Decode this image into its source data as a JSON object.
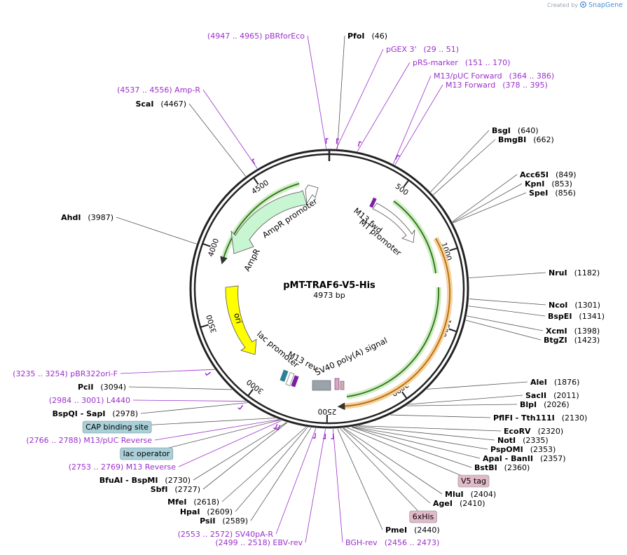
{
  "credit": {
    "created_by": "Created by",
    "brand": "SnapGene"
  },
  "plasmid": {
    "name": "pMT-TRAF6-V5-His",
    "length": "4973 bp"
  },
  "ticks": [
    "500",
    "1000",
    "1500",
    "2000",
    "2500",
    "3000",
    "3500",
    "4000",
    "4500"
  ],
  "features": {
    "ampr": "AmpR",
    "ampr_promoter": "AmpR promoter",
    "ori": "ori",
    "lac_promoter": "lac promoter",
    "m13_rev": "M13 rev",
    "sv40": "SV40 poly(A) signal",
    "m13_fwd": "M13 fwd",
    "mt_promoter": "MT promoter"
  },
  "labels": [
    {
      "name": "(4947 .. 4965)  pBRforEco",
      "kind": "primer"
    },
    {
      "name": "PfoI",
      "pos": "(46)",
      "kind": "enzyme"
    },
    {
      "name": "pGEX 3'",
      "pos": "(29 .. 51)",
      "kind": "primer"
    },
    {
      "name": "pRS-marker",
      "pos": "(151 .. 170)",
      "kind": "primer"
    },
    {
      "name": "M13/pUC Forward",
      "pos": "(364 .. 386)",
      "kind": "primer"
    },
    {
      "name": "M13 Forward",
      "pos": "(378 .. 395)",
      "kind": "primer"
    },
    {
      "name": "(4537 .. 4556)  Amp-R",
      "kind": "primer"
    },
    {
      "name": "ScaI",
      "pos": "(4467)",
      "kind": "enzyme"
    },
    {
      "name": "BsgI",
      "pos": "(640)",
      "kind": "enzyme"
    },
    {
      "name": "BmgBI",
      "pos": "(662)",
      "kind": "enzyme"
    },
    {
      "name": "Acc65I",
      "pos": "(849)",
      "kind": "enzyme"
    },
    {
      "name": "KpnI",
      "pos": "(853)",
      "kind": "enzyme"
    },
    {
      "name": "SpeI",
      "pos": "(856)",
      "kind": "enzyme"
    },
    {
      "name": "AhdI",
      "pos": "(3987)",
      "kind": "enzyme"
    },
    {
      "name": "NruI",
      "pos": "(1182)",
      "kind": "enzyme"
    },
    {
      "name": "NcoI",
      "pos": "(1301)",
      "kind": "enzyme"
    },
    {
      "name": "BspEI",
      "pos": "(1341)",
      "kind": "enzyme"
    },
    {
      "name": "XcmI",
      "pos": "(1398)",
      "kind": "enzyme"
    },
    {
      "name": "BtgZI",
      "pos": "(1423)",
      "kind": "enzyme"
    },
    {
      "name": "(3235 .. 3254)  pBR322ori-F",
      "kind": "primer"
    },
    {
      "name": "PciI",
      "pos": "(3094)",
      "kind": "enzyme"
    },
    {
      "name": "(2984 .. 3001)  L4440",
      "kind": "primer"
    },
    {
      "name": "BspQI  -  SapI",
      "pos": "(2978)",
      "kind": "enzyme"
    },
    {
      "name": "CAP binding site",
      "kind": "box-blue"
    },
    {
      "name": "(2766 .. 2788)  M13/pUC Reverse",
      "kind": "primer"
    },
    {
      "name": "lac operator",
      "kind": "box-blue"
    },
    {
      "name": "(2753 .. 2769)  M13 Reverse",
      "kind": "primer"
    },
    {
      "name": "BfuAI  -  BspMI",
      "pos": "(2730)",
      "kind": "enzyme"
    },
    {
      "name": "SbfI",
      "pos": "(2727)",
      "kind": "enzyme"
    },
    {
      "name": "MfeI",
      "pos": "(2618)",
      "kind": "enzyme"
    },
    {
      "name": "HpaI",
      "pos": "(2609)",
      "kind": "enzyme"
    },
    {
      "name": "PsiI",
      "pos": "(2589)",
      "kind": "enzyme"
    },
    {
      "name": "(2553 .. 2572)  SV40pA-R",
      "kind": "primer"
    },
    {
      "name": "(2499 .. 2518)  EBV-rev",
      "kind": "primer"
    },
    {
      "name": "BGH-rev",
      "pos": "(2456 .. 2473)",
      "kind": "primer"
    },
    {
      "name": "AleI",
      "pos": "(1876)",
      "kind": "enzyme"
    },
    {
      "name": "SacII",
      "pos": "(2011)",
      "kind": "enzyme"
    },
    {
      "name": "BlpI",
      "pos": "(2026)",
      "kind": "enzyme"
    },
    {
      "name": "PflFI  -  Tth111I",
      "pos": "(2130)",
      "kind": "enzyme"
    },
    {
      "name": "EcoRV",
      "pos": "(2320)",
      "kind": "enzyme"
    },
    {
      "name": "NotI",
      "pos": "(2335)",
      "kind": "enzyme"
    },
    {
      "name": "PspOMI",
      "pos": "(2353)",
      "kind": "enzyme"
    },
    {
      "name": "ApaI  -  BanII",
      "pos": "(2357)",
      "kind": "enzyme"
    },
    {
      "name": "BstBI",
      "pos": "(2360)",
      "kind": "enzyme"
    },
    {
      "name": "V5 tag",
      "kind": "box-pink"
    },
    {
      "name": "MluI",
      "pos": "(2404)",
      "kind": "enzyme"
    },
    {
      "name": "AgeI",
      "pos": "(2410)",
      "kind": "enzyme"
    },
    {
      "name": "6xHis",
      "kind": "box-pink"
    },
    {
      "name": "PmeI",
      "pos": "(2440)",
      "kind": "enzyme"
    }
  ]
}
